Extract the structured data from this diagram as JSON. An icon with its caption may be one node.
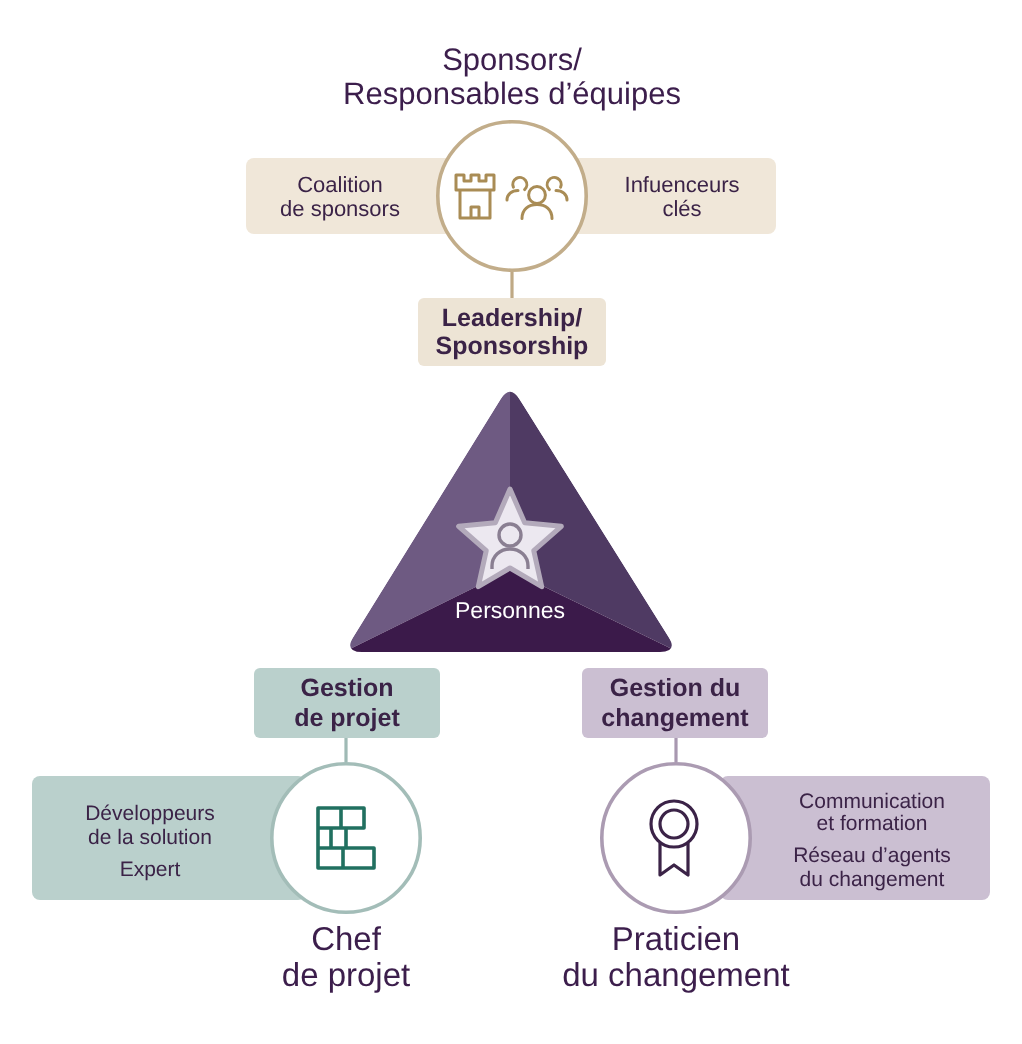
{
  "diagram": {
    "nodes": [
      {
        "text": [
          "Sponsors/ Responsables d’équipes"
        ]
      },
      {
        "text": [
          "Coalition de sponsors",
          "Infuenceurs clés"
        ]
      },
      {
        "text": [
          "Leadership/ Sponsorship"
        ]
      },
      {
        "text": [
          "Personnes"
        ]
      },
      {
        "text": [
          "Gestion de projet"
        ]
      },
      {
        "text": [
          "Gestion du changement"
        ]
      },
      {
        "text": [
          "Développeurs de la solution",
          "Expert"
        ]
      },
      {
        "text": [
          "Chef de projet"
        ]
      },
      {
        "text": [
          "Praticien du changement"
        ]
      },
      {
        "text": [
          "Communication et formation",
          "Réseau d’agents du changement"
        ]
      }
    ],
    "edges": [
      {
        "from": 0,
        "to": 2,
        "arrow": "none",
        "color": "#bfa985"
      },
      {
        "from": 4,
        "to": 7,
        "arrow": "none",
        "color": "#9fbab5"
      },
      {
        "from": 5,
        "to": 8,
        "arrow": "none",
        "color": "#a898b0"
      }
    ]
  }
}
